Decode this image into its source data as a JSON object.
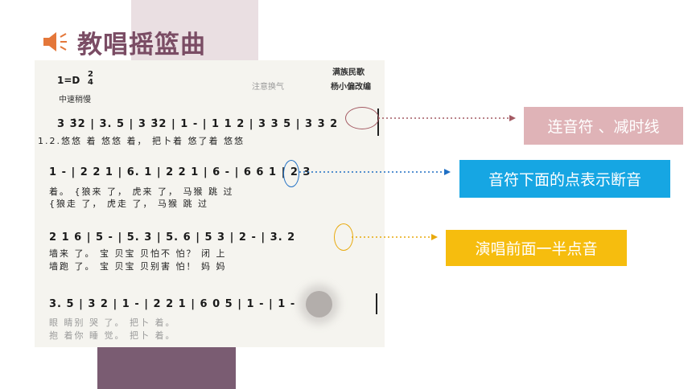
{
  "title": "教唱摇篮曲",
  "score": {
    "key": "1=D",
    "time_top": "2",
    "time_bottom": "4",
    "tempo": "中速稍慢",
    "hint": "注意换气",
    "origin": "满族民歌",
    "adapter": "杨小偏改编",
    "row1_notes": "3 3̇2 | 3. 5 | 3 3̇2 | 1 - | 1 1 2 | 3 3 5 | 3 3 2",
    "row1_lyric": "1.2.悠悠  着    悠悠  着，   把卜着 悠了着 悠悠",
    "row2_notes": "1 - | 2 2 1 | 6. 1 | 2 2 1 | 6 - | 6 6 1 | 2 3",
    "row2_lyric1": "着。 {狼来  了，  虎来  了，   马猴  跳  过",
    "row2_lyric2": "     {狼走  了，  虎走  了，   马猴  跳  过",
    "row3_notes": "2 1 6 | 5 - | 5. 3 | 5. 6 | 5 3 | 2 - | 3. 2",
    "row3_lyric1": "墙来  了。  宝  贝宝  贝怕不  怕？   闭  上",
    "row3_lyric2": "墙跑  了。  宝  贝宝  贝别害  怕！   妈  妈",
    "row4_notes": "3. 5 | 3 2 | 1 - | 2 2 1 | 6 0 5 | 1 - | 1 -",
    "row4_lyric1": "眼  睛别  哭  了。    把卜  着。",
    "row4_lyric2": "抱  着你  睡  觉。    把卜  着。"
  },
  "callouts": [
    {
      "text": "连音符 、减时线",
      "color": "#dfb3b7"
    },
    {
      "text": "音符下面的点表示断音",
      "color": "#16a6e3"
    },
    {
      "text": "演唱前面一半点音",
      "color": "#f6bd0e"
    }
  ],
  "colors": {
    "title": "#7a4c64",
    "deco_top": "#eadfe2",
    "deco_bottom": "#7a5c72"
  }
}
